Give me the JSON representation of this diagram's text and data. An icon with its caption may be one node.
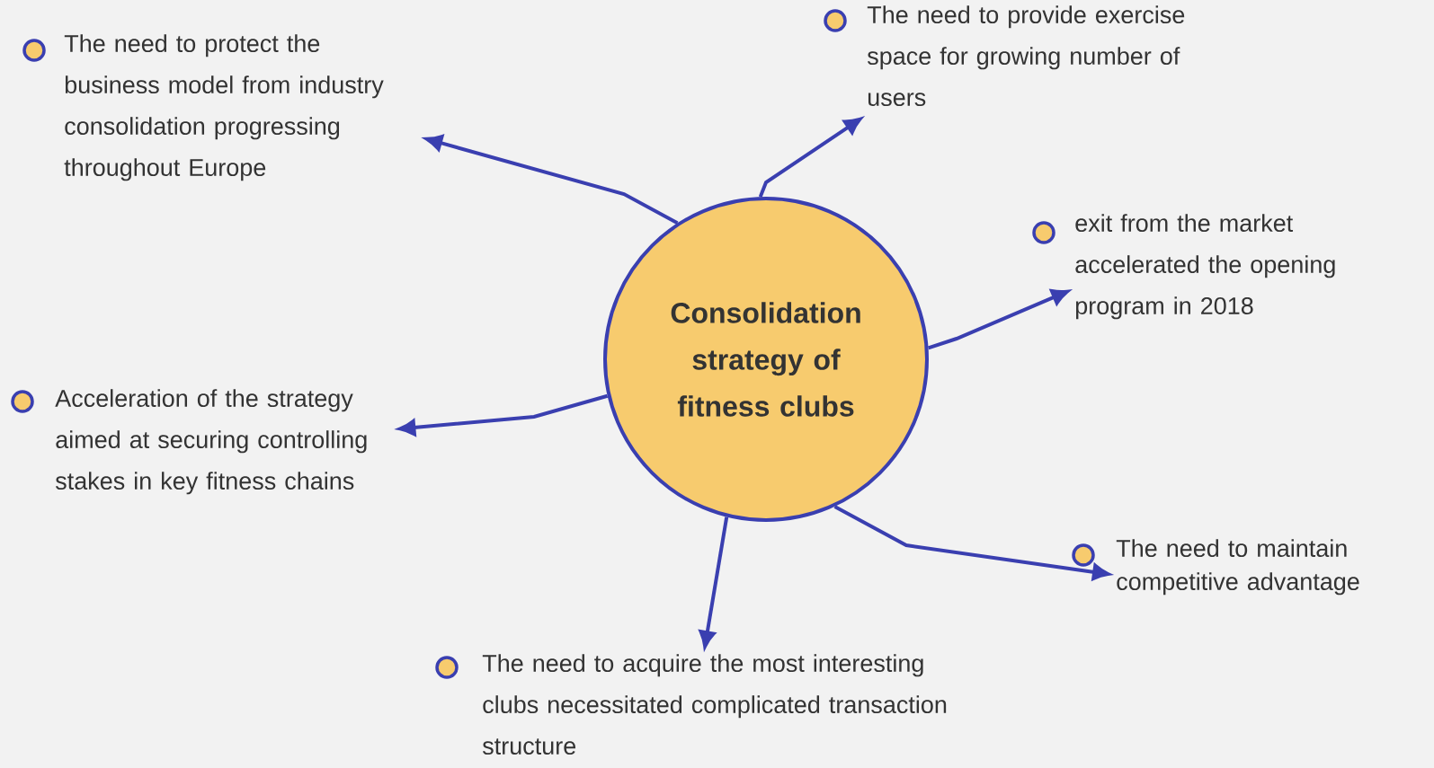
{
  "diagram": {
    "nodes": [
      {
        "text": [
          "Consolidation strategy of fitness clubs"
        ]
      },
      {
        "text": [
          "The need to protect the business model from industry consolidation progressing throughout Europe"
        ]
      },
      {
        "text": [
          "The need to provide exercise space for growing number of users"
        ]
      },
      {
        "text": [
          "exit from the market accelerated the opening program in 2018"
        ]
      },
      {
        "text": [
          "Acceleration of the strategy aimed at securing controlling stakes in key fitness chains"
        ]
      },
      {
        "text": [
          "The need to maintain competitive advantage"
        ]
      },
      {
        "text": [
          "The need to acquire the most interesting clubs necessitated complicated transaction structure"
        ]
      }
    ],
    "edges": [
      {
        "from": 0,
        "to": 1,
        "arrow": "to"
      },
      {
        "from": 0,
        "to": 2,
        "arrow": "to"
      },
      {
        "from": 0,
        "to": 3,
        "arrow": "to"
      },
      {
        "from": 0,
        "to": 4,
        "arrow": "to"
      },
      {
        "from": 0,
        "to": 5,
        "arrow": "to"
      },
      {
        "from": 0,
        "to": 6,
        "arrow": "to"
      }
    ]
  }
}
